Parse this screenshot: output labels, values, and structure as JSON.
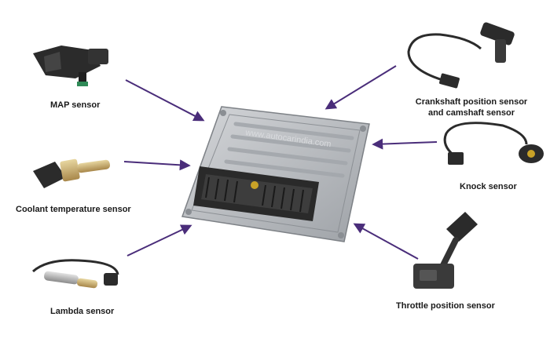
{
  "labels": {
    "map": "MAP sensor",
    "coolant": "Coolant temperature sensor",
    "lambda": "Lambda sensor",
    "crank_line1": "Crankshaft position sensor",
    "crank_line2": "and camshaft sensor",
    "knock": "Knock sensor",
    "throttle": "Throttle position sensor"
  },
  "watermark": "www.autocarindia.com",
  "colors": {
    "arrow": "#4a2d7a",
    "ecu_body": "#b9bcc0",
    "connector": "#2a2a2a",
    "label_text": "#1a1a1a"
  }
}
